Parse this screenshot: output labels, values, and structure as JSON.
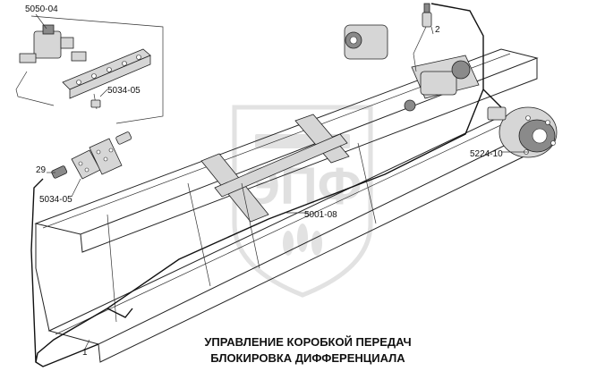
{
  "diagram": {
    "callouts": {
      "c1": "5050-04",
      "c2": "2",
      "c3": "5034-05",
      "c4": "29",
      "c5": "5034-05",
      "c6": "5224-10",
      "c7": "5001-08",
      "c8": "1"
    },
    "caption": {
      "line1": "УПРАВЛЕНИЕ КОРОБКОЙ ПЕРЕДАЧ",
      "line2": "БЛОКИРОВКА ДИФФЕРЕНЦИАЛА"
    },
    "watermark": {
      "text": "ЭПФ"
    }
  }
}
